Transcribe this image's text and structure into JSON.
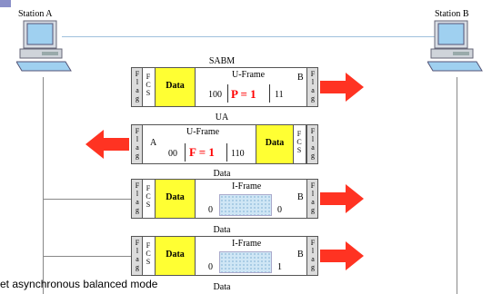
{
  "stations": {
    "a": "Station A",
    "b": "Station B"
  },
  "frames": [
    {
      "title": "SABM",
      "address": "B",
      "control_label": "U-Frame",
      "bits_left": "100",
      "pf": "P = 1",
      "bits_right": "11",
      "data": "Data",
      "fcs": [
        "F",
        "C",
        "S"
      ],
      "flag": [
        "F",
        "l",
        "a",
        "g"
      ]
    },
    {
      "title": "UA",
      "address": "A",
      "control_label": "U-Frame",
      "bits_left": "00",
      "pf": "F = 1",
      "bits_right": "110",
      "data": "Data",
      "fcs": [
        "F",
        "C",
        "S"
      ],
      "flag": [
        "F",
        "l",
        "a",
        "g"
      ]
    },
    {
      "title": "Data",
      "address": "B",
      "control_label": "I-Frame",
      "bits_left": "0",
      "bits_right": "0",
      "data": "Data",
      "fcs": [
        "F",
        "C",
        "S"
      ],
      "flag": [
        "F",
        "l",
        "a",
        "g"
      ]
    },
    {
      "title": "Data",
      "address": "B",
      "control_label": "I-Frame",
      "bits_left": "0",
      "bits_right": "1",
      "data": "Data",
      "fcs": [
        "F",
        "C",
        "S"
      ],
      "flag": [
        "F",
        "l",
        "a",
        "g"
      ]
    }
  ],
  "bottom_label": "Data",
  "caption": "et asynchronous balanced mode",
  "colors": {
    "arrow": "#ff3322",
    "data": "#ffff33",
    "flag": "#dcdcdc"
  }
}
